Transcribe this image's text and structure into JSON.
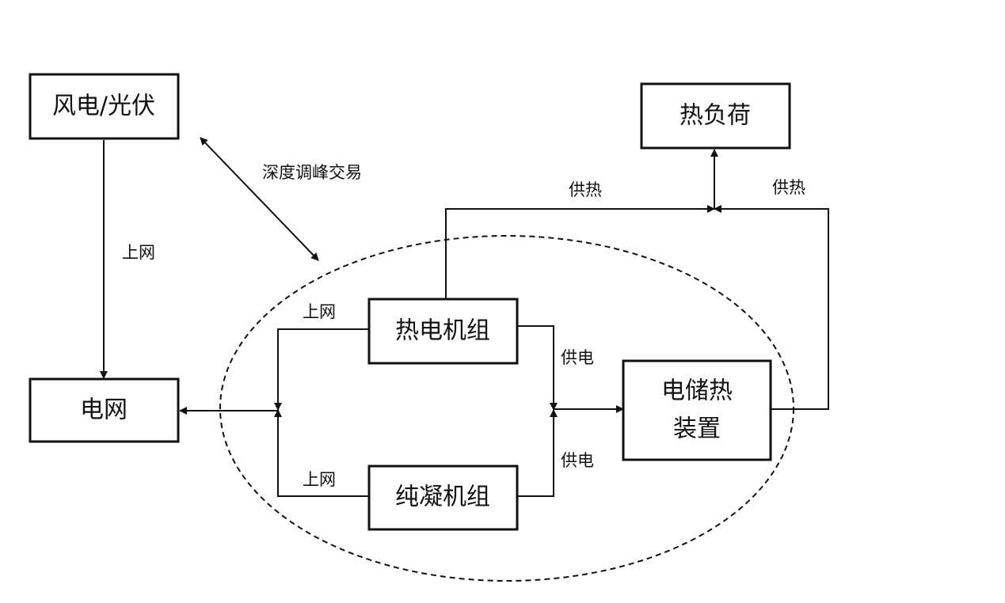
{
  "nodes": {
    "wind_solar": "风电/光伏",
    "grid": "电网",
    "heat_load": "热负荷",
    "chp_unit": "热电机组",
    "condensing_unit": "纯凝机组",
    "heat_storage_line1": "电储热",
    "heat_storage_line2": "装置"
  },
  "labels": {
    "deep_peak_trade": "深度调峰交易",
    "wind_to_grid": "上网",
    "chp_to_grid": "上网",
    "cond_to_grid": "上网",
    "chp_power_supply": "供电",
    "cond_power_supply": "供电",
    "chp_heat_supply": "供热",
    "storage_heat_supply": "供热"
  }
}
